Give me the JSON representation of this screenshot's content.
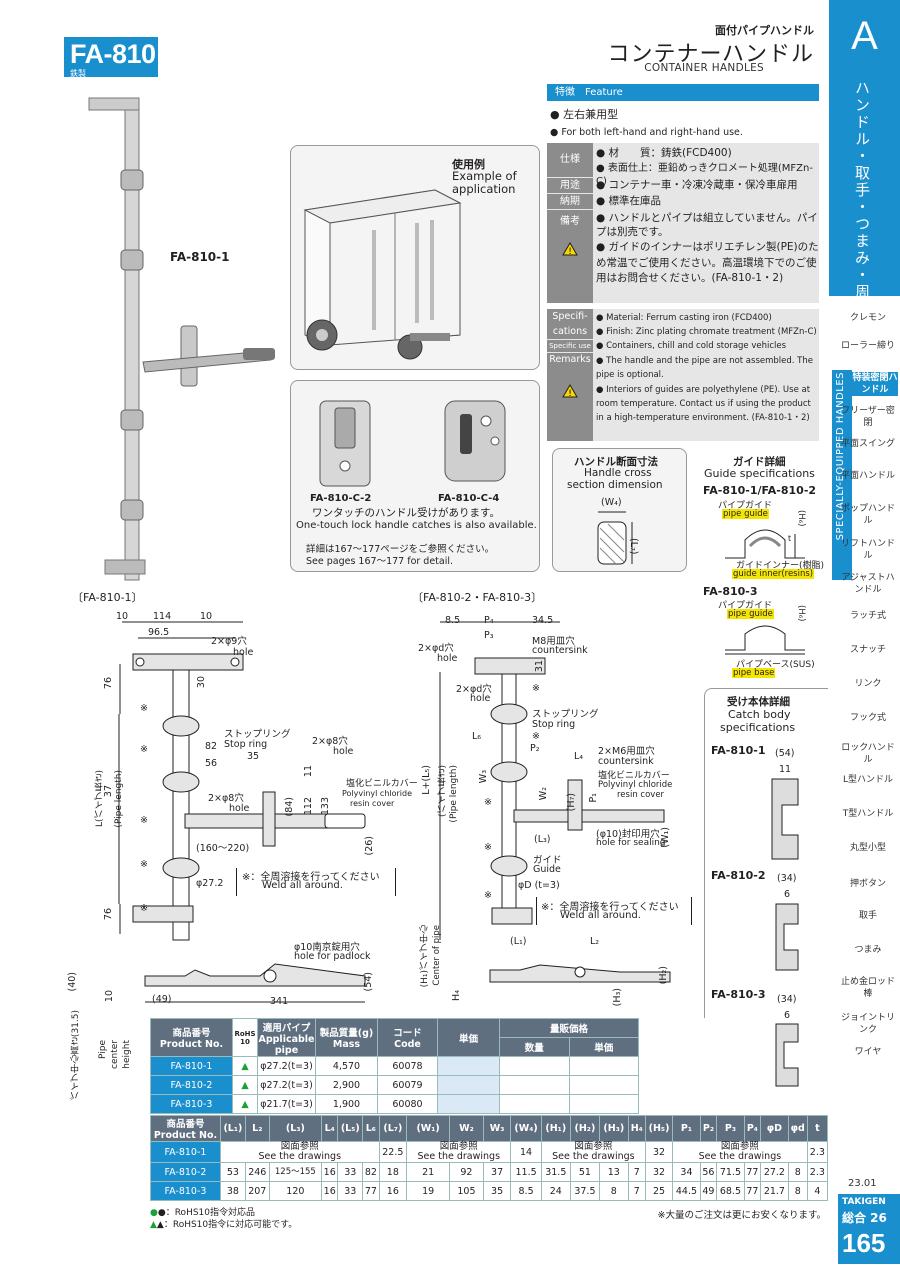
{
  "header": {
    "model": "FA-810",
    "material": "鉄製",
    "category_jp": "面付パイプハンドル",
    "title_jp": "コンテナーハンドル",
    "title_en": "CONTAINER HANDLES"
  },
  "sidebar": {
    "tab": "A",
    "title": "ハンドル・取手・つまみ・周辺機器",
    "eng": "SPECIALLY-EQUIPPED HANDLES",
    "items": [
      {
        "label": "クレモン",
        "selected": false
      },
      {
        "label": "ローラー締り",
        "selected": false
      },
      {
        "label": "特装密閉ハンドル",
        "selected": true
      },
      {
        "label": "フリーザー密閉",
        "selected": false
      },
      {
        "label": "平面スイング",
        "selected": false
      },
      {
        "label": "平面ハンドル",
        "selected": false
      },
      {
        "label": "ポップハンドル",
        "selected": false
      },
      {
        "label": "リフトハンドル",
        "selected": false
      },
      {
        "label": "アジャストハンドル",
        "selected": false
      },
      {
        "label": "ラッチ式",
        "selected": false
      },
      {
        "label": "スナッチ",
        "selected": false
      },
      {
        "label": "リンク",
        "selected": false
      },
      {
        "label": "フック式",
        "selected": false
      },
      {
        "label": "ロックハンドル",
        "selected": false
      },
      {
        "label": "L型ハンドル",
        "selected": false
      },
      {
        "label": "T型ハンドル",
        "selected": false
      },
      {
        "label": "丸型小型",
        "selected": false
      },
      {
        "label": "押ボタン",
        "selected": false
      },
      {
        "label": "取手",
        "selected": false
      },
      {
        "label": "つまみ",
        "selected": false
      },
      {
        "label": "止め金ロッド棒",
        "selected": false
      },
      {
        "label": "ジョイントリンク",
        "selected": false
      },
      {
        "label": "ワイヤ",
        "selected": false
      }
    ]
  },
  "feature": {
    "header_jp": "特徴",
    "header_en": "Feature",
    "jp": "左右兼用型",
    "en": "For both left-hand and right-hand use."
  },
  "spec_jp": {
    "material_label": "仕様",
    "material_1": "材　　質：鋳鉄(FCD400)",
    "material_2": "表面仕上：亜鉛めっきクロメート処理(MFZn-C)",
    "use_label": "用途",
    "use": "コンテナー車・冷凍冷蔵車・保冷車扉用",
    "delivery_label": "納期",
    "delivery": "標準在庫品",
    "remarks_label": "備考",
    "remark_1": "ハンドルとパイプは組立していません。パイプは別売です。",
    "remark_2": "ガイドのインナーはポリエチレン製(PE)のため常温でご使用ください。高温環境下でのご使用はお問合せください。(FA-810-1・2)"
  },
  "spec_en": {
    "spec_label": "Specifi-cations",
    "material_1": "Material: Ferrum casting iron (FCD400)",
    "material_2": "Finish: Zinc plating chromate treatment (MFZn-C)",
    "use_label": "Specific use",
    "use": "Containers, chill and cold storage vehicles",
    "remarks_label": "Remarks",
    "remark_1": "The handle and the pipe are not assembled. The pipe is optional.",
    "remark_2": "Interiors of guides are polyethylene (PE). Use at room temperature. Contact us if using the product in a high-temperature environment. (FA-810-1・2)"
  },
  "example": {
    "jp": "使用例",
    "en": "Example of application"
  },
  "catches": {
    "c2": "FA-810-C-2",
    "c4": "FA-810-C-4",
    "jp": "ワンタッチのハンドル受けがあります。",
    "en": "One-touch lock handle catches is also available.",
    "ref_jp": "詳細は167〜177ページをご参照ください。",
    "ref_en": "See pages 167〜177 for detail."
  },
  "cross": {
    "jp": "ハンドル断面寸法",
    "en1": "Handle cross",
    "en2": "section dimension",
    "w4": "(W₄)",
    "l7": "(L₇)"
  },
  "guide": {
    "jp": "ガイド詳細",
    "en": "Guide specifications",
    "m1": "FA-810-1/FA-810-2",
    "pipe_guide_jp": "パイプガイド",
    "pipe_guide_en": "pipe guide",
    "inner_jp": "ガイドインナー(樹脂)",
    "inner_en": "guide inner(resins)",
    "m3": "FA-810-3",
    "base_jp": "パイプベース(SUS)",
    "base_en": "pipe base",
    "h6": "(H₆)",
    "t": "t"
  },
  "catch_body": {
    "jp": "受け本体詳細",
    "en1": "Catch body",
    "en2": "specifications",
    "m1": "FA-810-1",
    "m2": "FA-810-2",
    "m3": "FA-810-3",
    "d54": "(54)",
    "d11": "11",
    "d34": "(34)",
    "d6": "6"
  },
  "left_drawing": {
    "title": "〔FA-810-1〕",
    "model": "FA-810-1",
    "d10a": "10",
    "d114": "114",
    "d10b": "10",
    "d965": "96.5",
    "hole9": "2×φ9穴",
    "hole9_en": "hole",
    "d76a": "76",
    "d30": "30",
    "stop_jp": "ストップリング",
    "stop_en": "Stop ring",
    "hole8a": "2×φ8穴",
    "hole8a_en": "hole",
    "d82": "82",
    "d56": "56",
    "d35": "35",
    "d11": "11",
    "pvc_jp": "塩化ビニルカバー",
    "pvc_en1": "Polyvinyl chloride",
    "pvc_en2": "resin cover",
    "d37": "37",
    "hole8b": "2×φ8穴",
    "hole8b_en": "hole",
    "d84": "(84)",
    "d112": "112",
    "d133": "133",
    "pipe_len_jp": "L(パイプ長さ)",
    "pipe_len_en": "(Pipe length)",
    "d160": "(160〜220)",
    "d26": "(26)",
    "d272": "φ27.2",
    "weld_jp": "※：全周溶接を行ってください",
    "weld_en": "Weld all around.",
    "d76b": "76",
    "padlock_jp": "φ10南京錠用穴",
    "padlock_en": "hole for padlock",
    "d40": "(40)",
    "d10c": "10",
    "d49": "(49)",
    "d341": "341",
    "d54": "(54)",
    "center_jp": "パイプ中心高さ(31.5)",
    "center_en1": "Pipe",
    "center_en2": "center",
    "center_en3": "height",
    "ast": "※"
  },
  "right_drawing": {
    "title": "〔FA-810-2・FA-810-3〕",
    "d85": "8.5",
    "p4": "P₄",
    "d345": "34.5",
    "p3": "P₃",
    "holed": "2×φd穴",
    "holed_en": "hole",
    "m8": "M8用皿穴",
    "m8_en": "countersink",
    "d31": "31",
    "holed2": "2×φd穴",
    "holed2_en": "hole",
    "stop_jp": "ストップリング",
    "stop_en": "Stop ring",
    "l6": "L₆",
    "p2": "P₂",
    "l4": "L₄",
    "m6": "2×M6用皿穴",
    "m6_en": "countersink",
    "pvc_jp": "塩化ビニルカバー",
    "pvc_en1": "Polyvinyl chloride",
    "pvc_en2": "resin cover",
    "l5": "L+(L₅)",
    "pipe_len": "(パイプ長さ)",
    "pipe_len_en": "(Pipe length)",
    "w3": "W₃",
    "w2": "W₂",
    "p1": "P₁",
    "h7": "(H₇)",
    "l3": "(L₃)",
    "seal_jp": "(φ10)封印用穴",
    "seal_en": "hole for sealing",
    "w1": "(W₁)",
    "guide_jp": "ガイド",
    "guide_en": "Guide",
    "dd": "φD (t=3)",
    "weld_jp": "※：全周溶接を行ってください",
    "weld_en": "Weld all around.",
    "l1": "(L₁)",
    "l2": "L₂",
    "h1": "(H₁)パイプ中心",
    "center_en": "Center of pipe",
    "h4": "H₄",
    "h3": "(H₃)",
    "h2": "(H₂)",
    "ast": "※"
  },
  "product_table": {
    "headers": {
      "pno_jp": "商品番号",
      "pno_en": "Product No.",
      "rohs": "RoHS 10",
      "pipe_jp": "適用パイプ",
      "pipe_en": "Applicable pipe",
      "mass_jp": "製品質量(g)",
      "mass_en": "Mass",
      "code_jp": "コード",
      "code_en": "Code",
      "unit": "単価",
      "bulk": "量販価格",
      "qty": "数量",
      "price": "単価"
    },
    "rows": [
      {
        "pno": "FA-810-1",
        "rohs": "▲",
        "pipe": "φ27.2(t=3)",
        "mass": "4,570",
        "code": "60078"
      },
      {
        "pno": "FA-810-2",
        "rohs": "▲",
        "pipe": "φ27.2(t=3)",
        "mass": "2,900",
        "code": "60079"
      },
      {
        "pno": "FA-810-3",
        "rohs": "▲",
        "pipe": "φ21.7(t=3)",
        "mass": "1,900",
        "code": "60080"
      }
    ]
  },
  "dim_table": {
    "pno_jp": "商品番号",
    "pno_en": "Product No.",
    "cols": [
      "(L₁)",
      "L₂",
      "(L₃)",
      "L₄",
      "(L₅)",
      "L₆",
      "(L₇)",
      "(W₁)",
      "W₂",
      "W₃",
      "(W₄)",
      "(H₁)",
      "(H₂)",
      "(H₃)",
      "H₄",
      "(H₅)",
      "P₁",
      "P₂",
      "P₃",
      "P₄",
      "φD",
      "φd",
      "t"
    ],
    "see_jp": "図面参照",
    "see_en": "See the drawings",
    "row1": {
      "pno": "FA-810-1",
      "l7": "22.5",
      "w4": "14",
      "h5": "32",
      "t": "2.3"
    },
    "row2": {
      "pno": "FA-810-2",
      "values": [
        "53",
        "246",
        "125〜155",
        "16",
        "33",
        "82",
        "18",
        "21",
        "92",
        "37",
        "11.5",
        "31.5",
        "51",
        "13",
        "7",
        "32",
        "34",
        "56",
        "71.5",
        "77",
        "27.2",
        "8",
        "2.3"
      ]
    },
    "row3": {
      "pno": "FA-810-3",
      "values": [
        "38",
        "207",
        "120",
        "16",
        "33",
        "77",
        "16",
        "19",
        "105",
        "35",
        "8.5",
        "24",
        "37.5",
        "8",
        "7",
        "25",
        "44.5",
        "49",
        "68.5",
        "77",
        "21.7",
        "8",
        "4"
      ]
    }
  },
  "footer": {
    "note1": "●：RoHS10指令対応品",
    "note2": "▲：RoHS10指令に対応可能です。",
    "bulk_note": "※大量のご注文は更にお安くなります。",
    "version": "23.01",
    "takigen": "TAKIGEN",
    "sogo": "総合 26",
    "page": "165"
  },
  "colors": {
    "accent": "#1a8fce",
    "highlight": "#f5e600",
    "gray_label": "#8c8c8c"
  }
}
